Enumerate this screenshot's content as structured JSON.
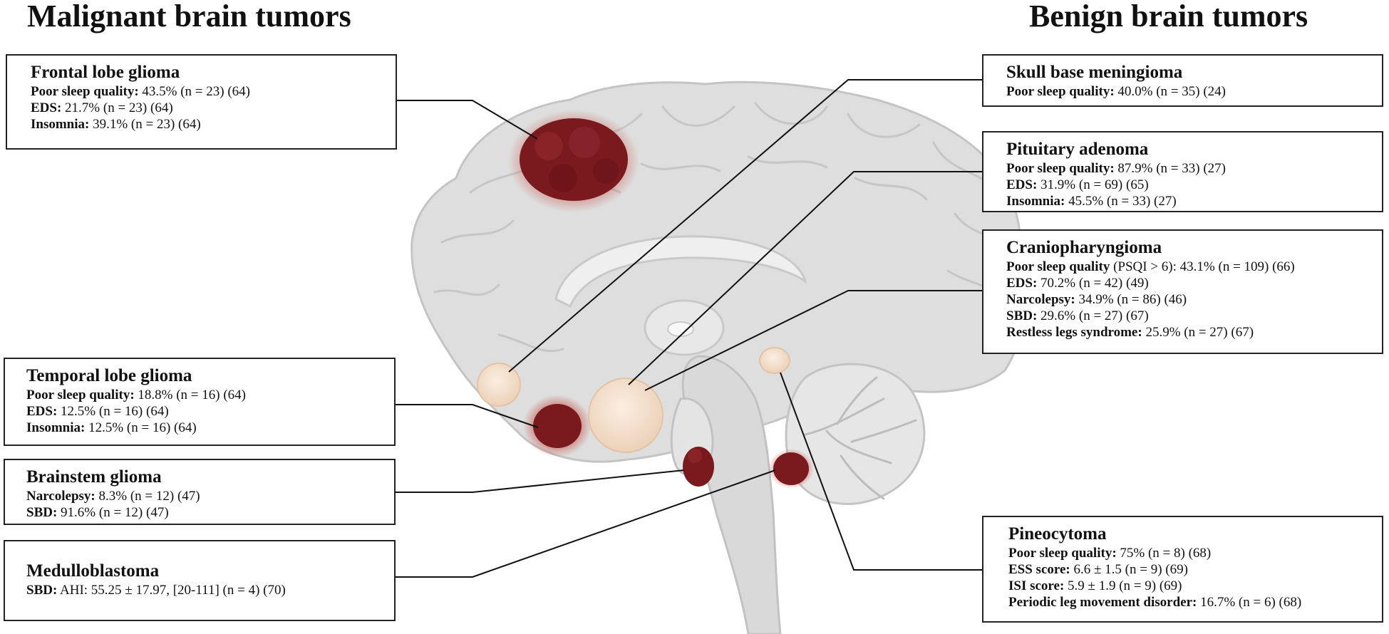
{
  "headings": {
    "malignant": "Malignant brain tumors",
    "benign": "Benign brain tumors"
  },
  "colors": {
    "malignant_tumor": "#7a1a1f",
    "benign_tumor": "#f3dcc7",
    "brain_fill": "#dedede",
    "brain_outline": "#c4c4c4"
  },
  "tumors": {
    "frontal_lobe_glioma": {
      "title": "Frontal lobe glioma",
      "rows": [
        {
          "label": "Poor sleep quality:",
          "value": " 43.5% (n = 23) (64)"
        },
        {
          "label": "EDS:",
          "value": " 21.7% (n = 23) (64)"
        },
        {
          "label": "Insomnia:",
          "value": " 39.1% (n = 23) (64)"
        }
      ]
    },
    "temporal_lobe_glioma": {
      "title": "Temporal lobe glioma",
      "rows": [
        {
          "label": "Poor sleep quality:",
          "value": " 18.8% (n = 16) (64)"
        },
        {
          "label": "EDS:",
          "value": " 12.5% (n = 16) (64)"
        },
        {
          "label": "Insomnia:",
          "value": " 12.5% (n = 16) (64)"
        }
      ]
    },
    "brainstem_glioma": {
      "title": "Brainstem glioma",
      "rows": [
        {
          "label": "Narcolepsy:",
          "value": " 8.3% (n = 12) (47)"
        },
        {
          "label": "SBD:",
          "value": " 91.6% (n = 12) (47)"
        }
      ]
    },
    "medulloblastoma": {
      "title": "Medulloblastoma",
      "rows": [
        {
          "label": "SBD:",
          "value": " AHI: 55.25 ± 17.97, [20-111] (n = 4) (70)"
        }
      ]
    },
    "skull_base_meningioma": {
      "title": "Skull base meningioma",
      "rows": [
        {
          "label": "Poor sleep quality:",
          "value": " 40.0% (n = 35) (24)"
        }
      ]
    },
    "pituitary_adenoma": {
      "title": "Pituitary adenoma",
      "rows": [
        {
          "label": "Poor sleep quality:",
          "value": " 87.9% (n = 33) (27)"
        },
        {
          "label": "EDS:",
          "value": " 31.9% (n = 69) (65)"
        },
        {
          "label": "Insomnia:",
          "value": " 45.5% (n = 33) (27)"
        }
      ]
    },
    "craniopharyngioma": {
      "title": "Craniopharyngioma",
      "rows": [
        {
          "label": "Poor sleep quality",
          "value": " (PSQI > 6): 43.1% (n = 109) (66)"
        },
        {
          "label": "EDS:",
          "value": " 70.2% (n = 42) (49)"
        },
        {
          "label": "Narcolepsy:",
          "value": " 34.9% (n = 86) (46)"
        },
        {
          "label": "SBD:",
          "value": " 29.6% (n = 27) (67)"
        },
        {
          "label": "Restless legs syndrome:",
          "value": " 25.9% (n = 27) (67)"
        }
      ]
    },
    "pineocytoma": {
      "title": "Pineocytoma",
      "rows": [
        {
          "label": "Poor sleep quality:",
          "value": " 75% (n = 8) (68)"
        },
        {
          "label": "ESS score:",
          "value": " 6.6 ± 1.5 (n = 9) (69)"
        },
        {
          "label": "ISI score:",
          "value": " 5.9 ± 1.9 (n = 9) (69)"
        },
        {
          "label": "Periodic leg movement disorder:",
          "value": " 16.7% (n =  6) (68)"
        }
      ]
    }
  }
}
